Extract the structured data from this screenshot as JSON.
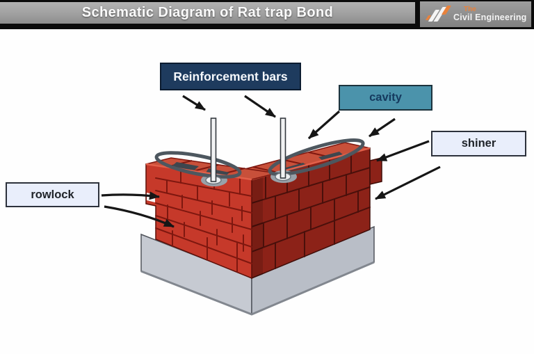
{
  "header": {
    "title": "Schematic Diagram of Rat trap Bond",
    "logo": {
      "icon": "logo-slashes-icon",
      "brand_top": "The",
      "brand_bottom": "Civil Engineering"
    }
  },
  "diagram": {
    "labels": {
      "reinforcement": "Reinforcement bars",
      "cavity": "cavity",
      "shiner": "shiner",
      "rowlock": "rowlock"
    },
    "colors": {
      "brick_light": "#c6392a",
      "brick_dark": "#8c2218",
      "brick_top": "#c8503a",
      "joint_light": "#7e170f",
      "joint_dark": "#4a100b",
      "slot_dark": "#3e464e",
      "steel": "#4d575f",
      "base_gray": "#c6cad2",
      "base_gray_dark": "#b9bec7",
      "arrow_black": "#161616",
      "label_navy": "#1e3b5e",
      "label_teal": "#4b93ab",
      "label_light": "#e9eefb",
      "header_gray": "#a0a0a0",
      "brand_orange": "#e8823c"
    }
  }
}
